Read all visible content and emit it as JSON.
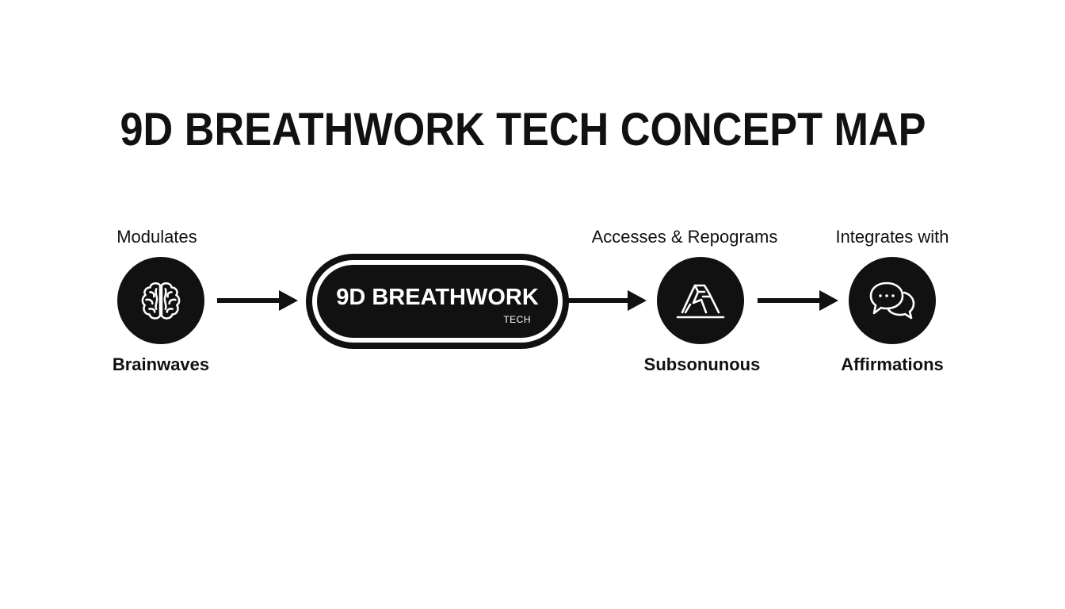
{
  "title": "9D BREATHWORK TECH CONCEPT MAP",
  "center": {
    "title": "9D BREATHWORK",
    "subtitle": "TECH"
  },
  "nodes": [
    {
      "top_label": "Modulates",
      "bottom_label": "Brainwaves",
      "icon": "brain-icon"
    },
    {
      "top_label": "Accesses & Repograms",
      "bottom_label": "Subsonunous",
      "icon": "mountain-iceberg-icon"
    },
    {
      "top_label": "Integrates with",
      "bottom_label": "Affirmations",
      "icon": "chat-bubbles-icon"
    }
  ],
  "colors": {
    "ink": "#111111",
    "background": "#ffffff"
  }
}
